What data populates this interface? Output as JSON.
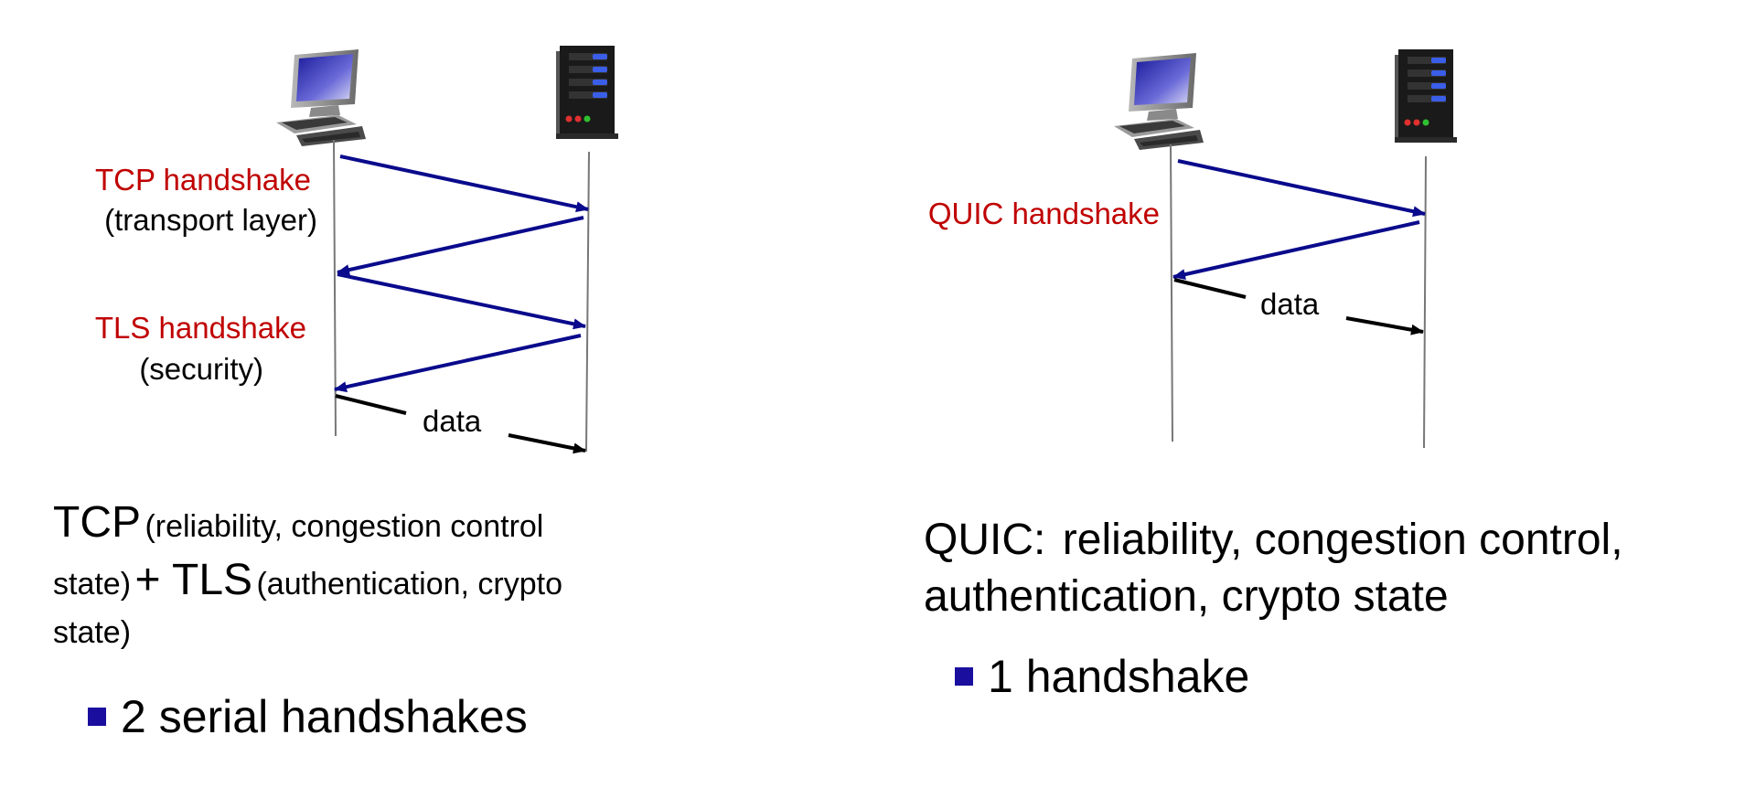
{
  "left": {
    "labels": {
      "tcp_handshake": "TCP handshake",
      "tcp_sub": "(transport layer)",
      "tls_handshake": "TLS handshake",
      "tls_sub": "(security)",
      "data": "data"
    },
    "caption": {
      "tcp": "TCP",
      "tcp_detail": "(reliability, congestion control",
      "state1": "state)",
      "plus_tls": "+ TLS",
      "tls_detail": "(authentication, crypto",
      "state2": "state)"
    },
    "bullet": "2 serial handshakes"
  },
  "right": {
    "labels": {
      "quic_handshake": "QUIC handshake",
      "data": "data"
    },
    "caption": {
      "quic": "QUIC:",
      "line1_rest": "reliability, congestion control,",
      "line2": "authentication, crypto state"
    },
    "bullet": "1 handshake"
  },
  "colors": {
    "handshake_label": "#c00000",
    "arrow_handshake": "#0a0a8c",
    "arrow_data": "#000000",
    "bullet": "#1a0e9e"
  },
  "icons": [
    "client-computer-icon",
    "server-icon"
  ]
}
